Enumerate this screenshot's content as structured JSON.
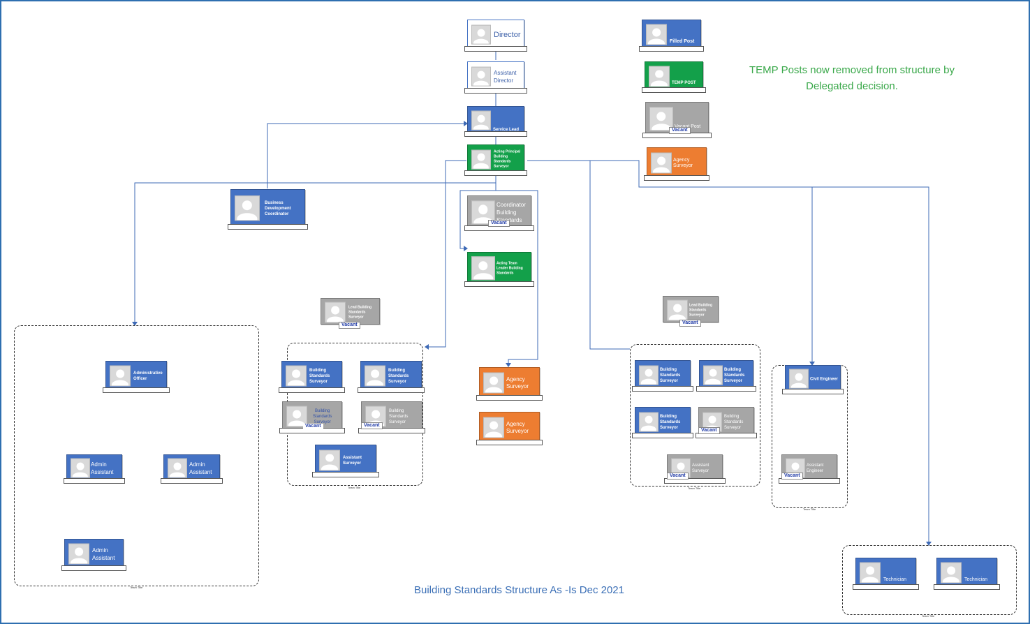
{
  "footer": "Building Standards Structure As -Is Dec 2021",
  "note": {
    "line1": "TEMP Posts now removed from structure by",
    "line2": "Delegated decision."
  },
  "legend": {
    "filled": "Filled Post",
    "temp": "TEMP POST",
    "vacant": "Vacant Post",
    "vacant_tag": "Vacant",
    "agency_l1": "Agency",
    "agency_l2": "Surveyor"
  },
  "posts": {
    "director": "Director",
    "assistant_director_l1": "Assistant",
    "assistant_director_l2": "Director",
    "service_lead": "Service Lead",
    "acting_principal": "Acting Principal Building Standards Surveyor",
    "bdc_l1": "Business",
    "bdc_l2": "Development",
    "bdc_l3": "Coordinator",
    "coordinator_l1": "Coordinator",
    "coordinator_l2": "Building",
    "coordinator_l3": "Standards",
    "acting_team_leader": "Acting Team Leader Building Standards",
    "lead_bss": "Lead Building Standards Surveyor",
    "admin_officer_l1": "Administrative",
    "admin_officer_l2": "Officer",
    "admin_l1": "Admin",
    "admin_l2": "Assistant",
    "bss_l1": "Building",
    "bss_l2": "Standards",
    "bss_l3": "Surveyor",
    "asst_surveyor_l1": "Assistant",
    "asst_surveyor_l2": "Surveyor",
    "civil_engineer": "Civil Engineer",
    "asst_engineer_l1": "Assistant",
    "asst_engineer_l2": "Engineer",
    "technician": "Technician"
  },
  "team_title": "Team Title"
}
